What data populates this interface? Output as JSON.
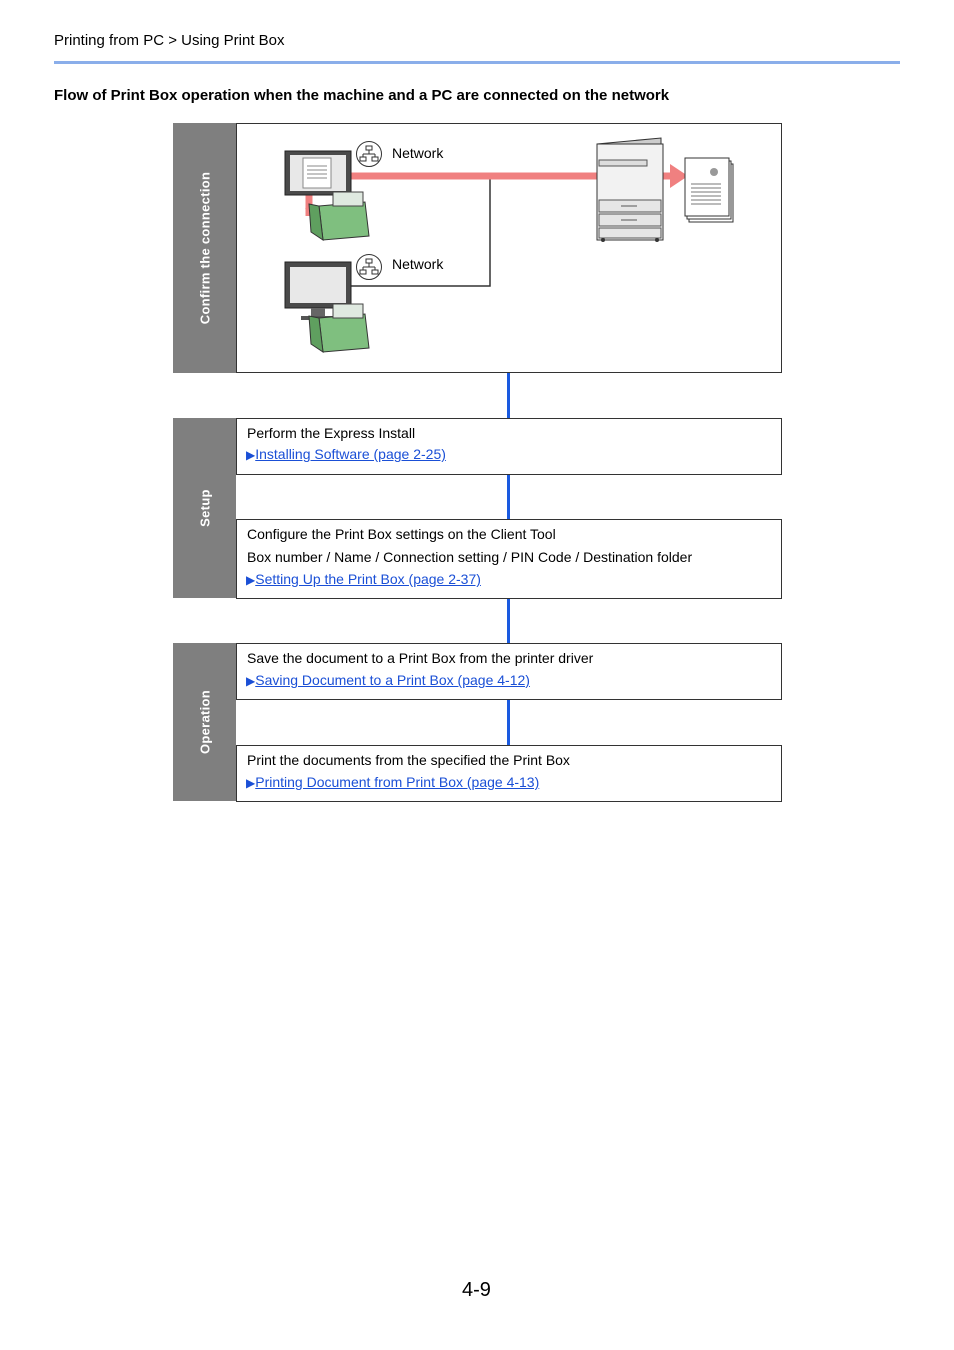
{
  "header": {
    "breadcrumb": "Printing from PC > Using Print Box",
    "page_number": "4-9"
  },
  "section_title": "Flow of Print Box operation when the machine and a PC are connected on the network",
  "phases": {
    "confirm": {
      "label": "Confirm the connection",
      "network_label_1": "Network",
      "network_label_2": "Network"
    },
    "setup": {
      "label": "Setup",
      "steps": [
        {
          "text": "Perform the Express Install",
          "link": "Installing Software (page 2-25)"
        },
        {
          "text": "Configure the Print Box settings on the Client Tool",
          "text2": "Box number / Name / Connection setting / PIN Code / Destination folder",
          "link": "Setting Up the Print Box (page 2-37)"
        }
      ]
    },
    "operation": {
      "label": "Operation",
      "steps": [
        {
          "text": "Save the document to a Print Box from the printer driver",
          "link": "Saving Document to a Print Box (page 4-12)"
        },
        {
          "text": "Print the documents from the specified the Print Box",
          "link": "Printing Document from Print Box (page 4-13)"
        }
      ]
    }
  },
  "colors": {
    "link": "#1a4fd6",
    "connector": "#1a5ae0",
    "sidebar": "#7f7f7f",
    "header_rule": "#8aaeea",
    "arrow": "#f08080"
  }
}
